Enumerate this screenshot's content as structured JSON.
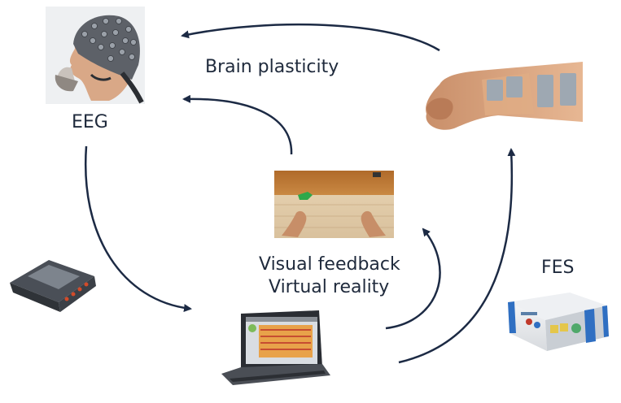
{
  "labels": {
    "eeg": "EEG",
    "brain_plasticity": "Brain plasticity",
    "fes": "FES",
    "visual_feedback": "Visual feedback",
    "virtual_reality": "Virtual reality"
  },
  "images": {
    "eeg_cap": "eeg-cap-head-image",
    "amplifier": "eeg-amplifier-image",
    "laptop": "laptop-image",
    "vr_scene": "virtual-hands-scene-image",
    "forearm": "forearm-with-electrodes-image",
    "fes_device": "fes-stimulator-image"
  },
  "colors": {
    "arrow": "#1c2a44",
    "text": "#1f2a3c"
  }
}
